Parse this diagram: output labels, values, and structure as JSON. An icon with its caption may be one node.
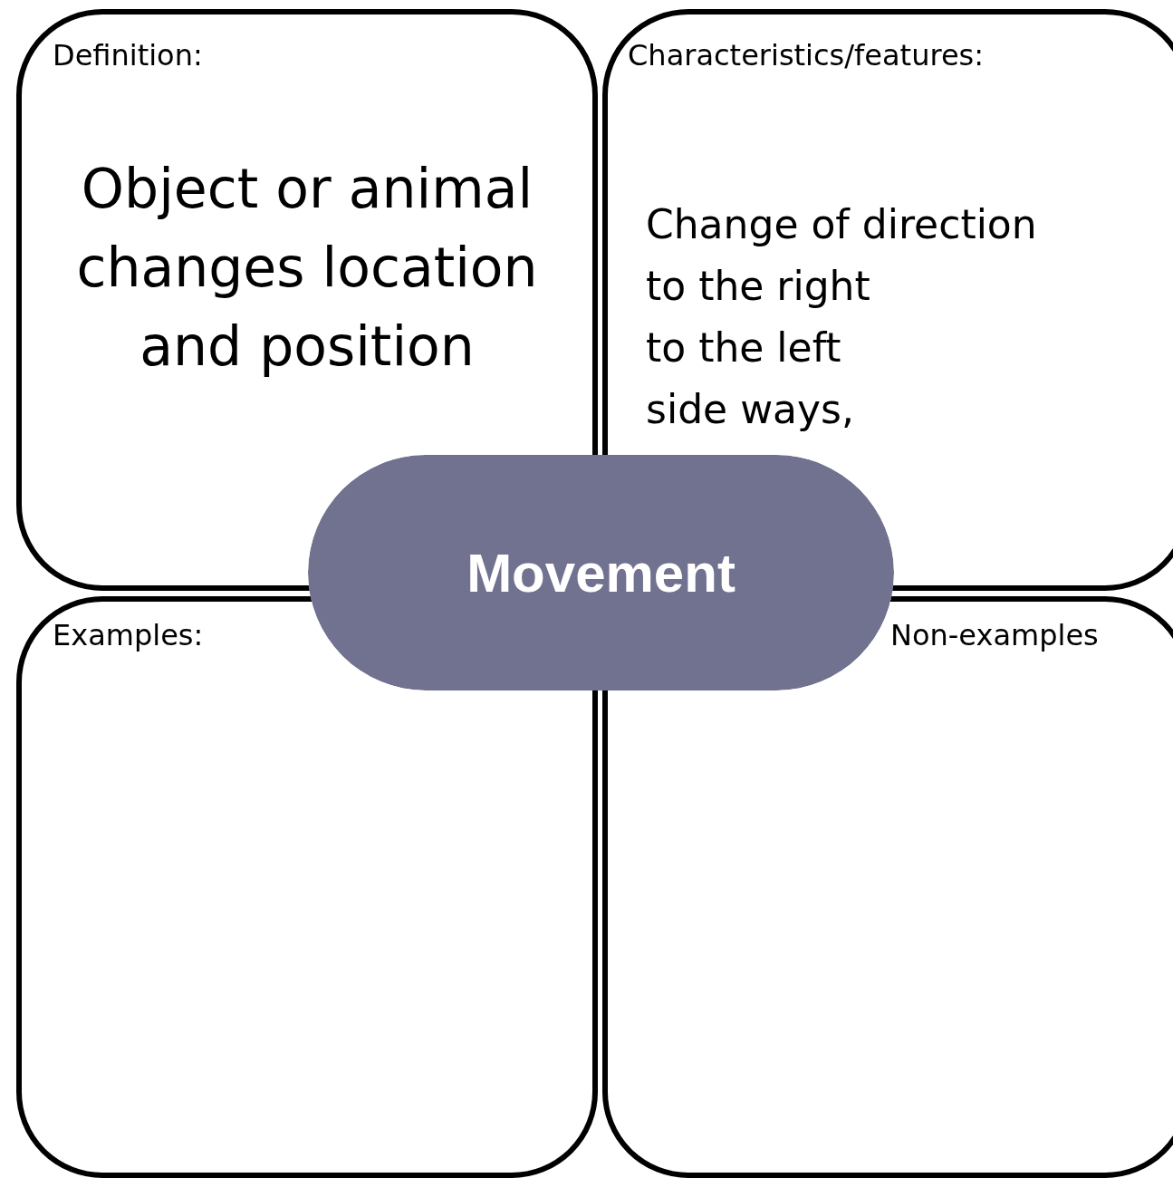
{
  "diagram": {
    "nodes": [
      {
        "text": [
          "Definition:",
          "Object or animal changes location and position"
        ]
      },
      {
        "text": [
          "Characteristics/features:",
          "Change of direction",
          "to the right",
          "to the left",
          "side ways,"
        ]
      },
      {
        "text": [
          "Examples:"
        ]
      },
      {
        "text": [
          "Non-examples"
        ]
      },
      {
        "text": [
          "Movement"
        ]
      }
    ]
  }
}
